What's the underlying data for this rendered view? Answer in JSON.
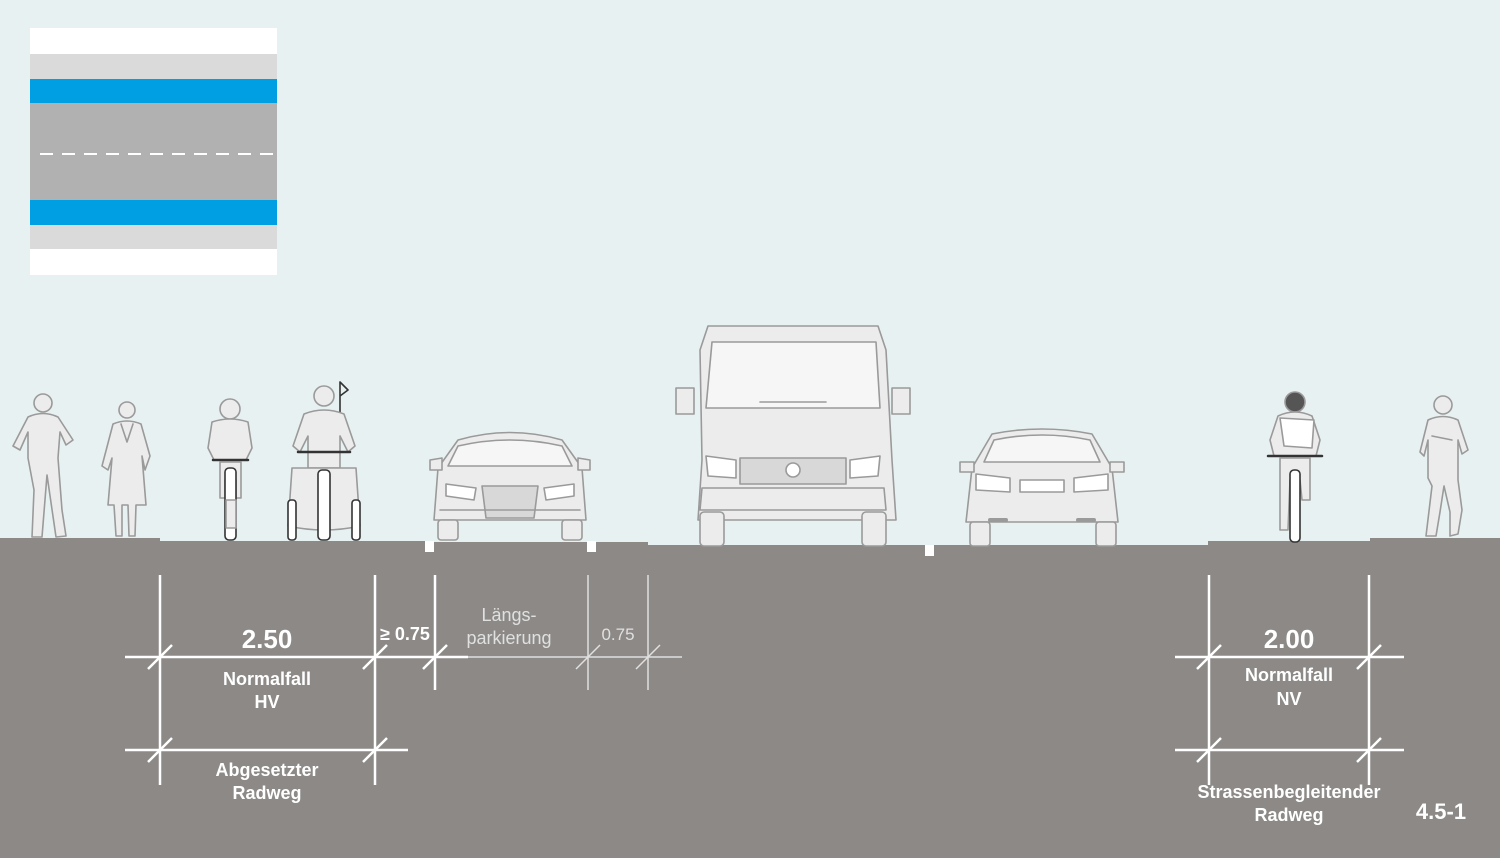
{
  "colors": {
    "sky": "#e8f1f1",
    "ground": "#8c8987",
    "cycle_lane": "#009fe3",
    "carriageway": "#b1b1b1",
    "sidewalk": "#dadada",
    "line_art": "#ffffff",
    "outline": "#9a9a9a",
    "light_text": "#e0e0e0"
  },
  "legend_plan": {
    "stripes": [
      "white",
      "sidewalk",
      "cycle-lane",
      "carriageway",
      "carriageway",
      "cycle-lane",
      "sidewalk",
      "white"
    ]
  },
  "left_section": {
    "width_value": "2.50",
    "case_line1": "Normalfall",
    "case_line2": "HV",
    "buffer_value": "≥ 0.75",
    "parking_line1": "Längs-",
    "parking_line2": "parkierung",
    "parking_buffer": "0.75",
    "type_line1": "Abgesetzter",
    "type_line2": "Radweg"
  },
  "right_section": {
    "width_value": "2.00",
    "case_line1": "Normalfall",
    "case_line2": "NV",
    "type_line1": "Strassenbegleitender",
    "type_line2": "Radweg"
  },
  "figure_number": "4.5-1",
  "figures": [
    "pedestrian-man-icon",
    "pedestrian-woman-icon",
    "cyclist-front-icon",
    "cargo-tricycle-icon",
    "parked-car-front-icon",
    "van-front-icon",
    "car-rear-icon",
    "cyclist-rear-icon",
    "jogger-icon"
  ]
}
